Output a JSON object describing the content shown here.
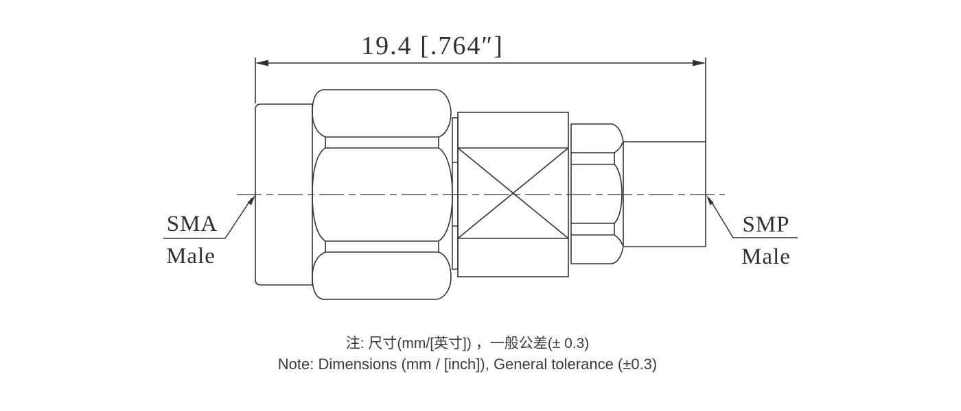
{
  "dimension": {
    "label": "19.4 [.764″]"
  },
  "connectors": {
    "left": {
      "type": "SMA",
      "gender": "Male"
    },
    "right": {
      "type": "SMP",
      "gender": "Male"
    }
  },
  "notes": {
    "zh": "注: 尺寸(mm/[英寸]) ，一般公差(± 0.3)",
    "en": "Note: Dimensions (mm / [inch]), General tolerance (±0.3)"
  },
  "colors": {
    "line": "#333333",
    "text": "#3a3a3a",
    "background": "#ffffff"
  }
}
